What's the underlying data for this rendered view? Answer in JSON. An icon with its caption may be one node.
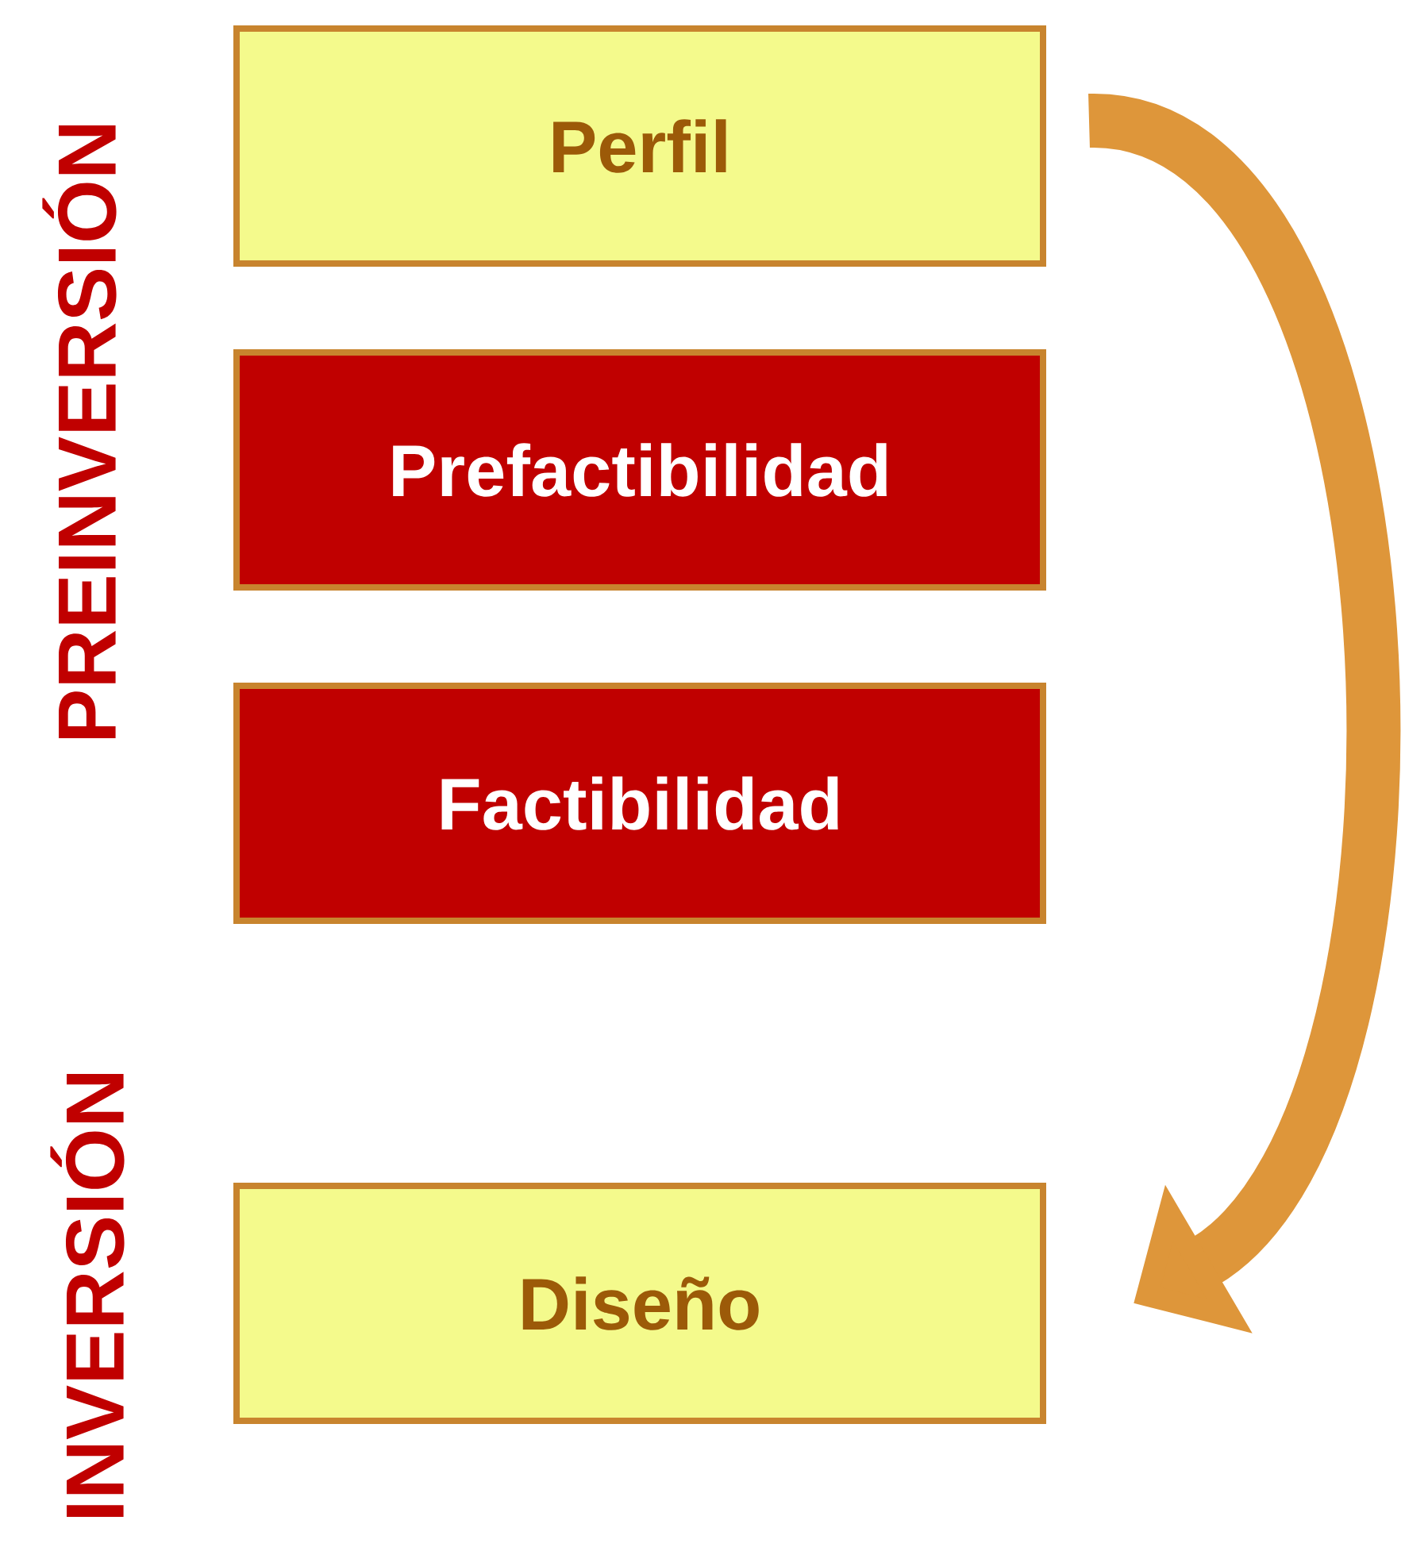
{
  "diagram": {
    "nodes": [
      {
        "text": [
          "Perfil"
        ]
      },
      {
        "text": [
          "Prefactibilidad"
        ]
      },
      {
        "text": [
          "Factibilidad"
        ]
      },
      {
        "text": [
          "Diseño"
        ]
      }
    ],
    "edges": [
      {
        "from": 0,
        "to": 3,
        "arrow": "to"
      }
    ],
    "labels": [
      "PREINVERSIÓN",
      "INVERSIÓN"
    ]
  }
}
